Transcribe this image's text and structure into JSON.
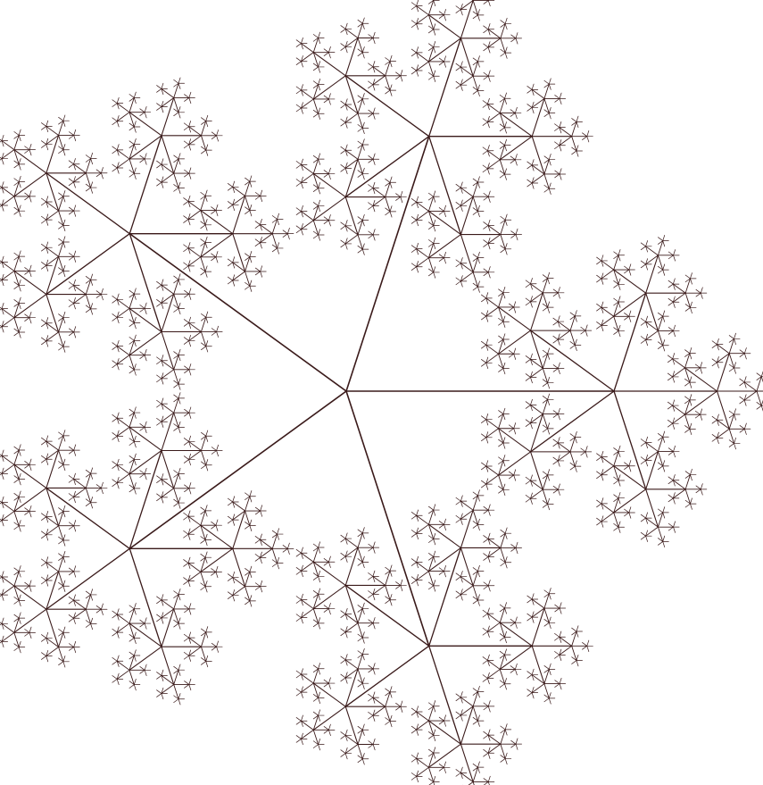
{
  "figure": {
    "kind": "recursive pentagonal fractal tree",
    "branches_per_node": 5,
    "recursion_depth": 5,
    "scale_ratio": 0.385,
    "root_orientation_degrees": 0,
    "stroke_color": "#3a1a1a",
    "background_color": "#ffffff"
  }
}
